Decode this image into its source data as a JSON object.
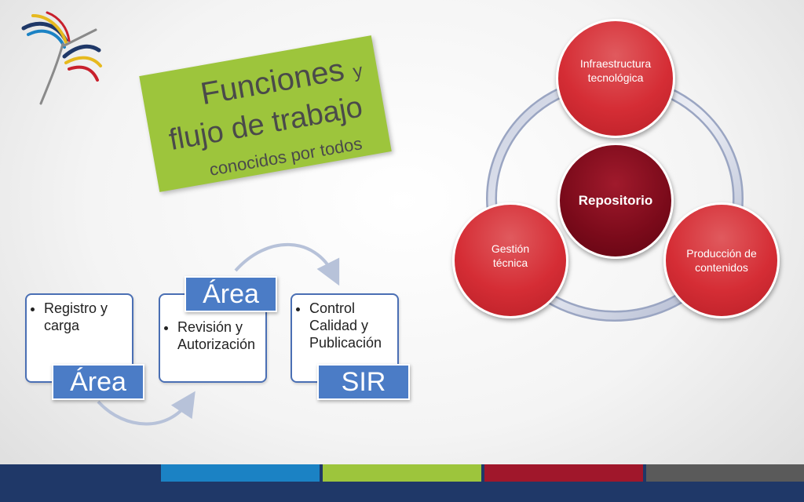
{
  "title": {
    "line1": "Funciones",
    "line1_small": "y",
    "line2": "flujo de trabajo",
    "line3": "conocidos por todos"
  },
  "process": {
    "steps": [
      {
        "bullet": "Registro y carga",
        "tag": "Área"
      },
      {
        "bullet": "Revisión y Autorización",
        "tag": "Área"
      },
      {
        "bullet": "Control Calidad y Publicación",
        "tag": "SIR"
      }
    ]
  },
  "cycle": {
    "center": "Repositorio",
    "nodes": [
      {
        "label": "Infraestructura tecnológica"
      },
      {
        "label": "Producción de contenidos"
      },
      {
        "label": "Gestión técnica"
      }
    ]
  },
  "colors": {
    "green_card": "#9dc53c",
    "blue_box": "#4b7cc6",
    "red_node": "#d52d35",
    "dark_red_center": "#7a0a1a",
    "bar": [
      "#1f3868",
      "#1b82c4",
      "#9dc53c",
      "#a0172b",
      "#5a5a5a"
    ]
  },
  "icons": [
    "bird-logo-icon"
  ]
}
